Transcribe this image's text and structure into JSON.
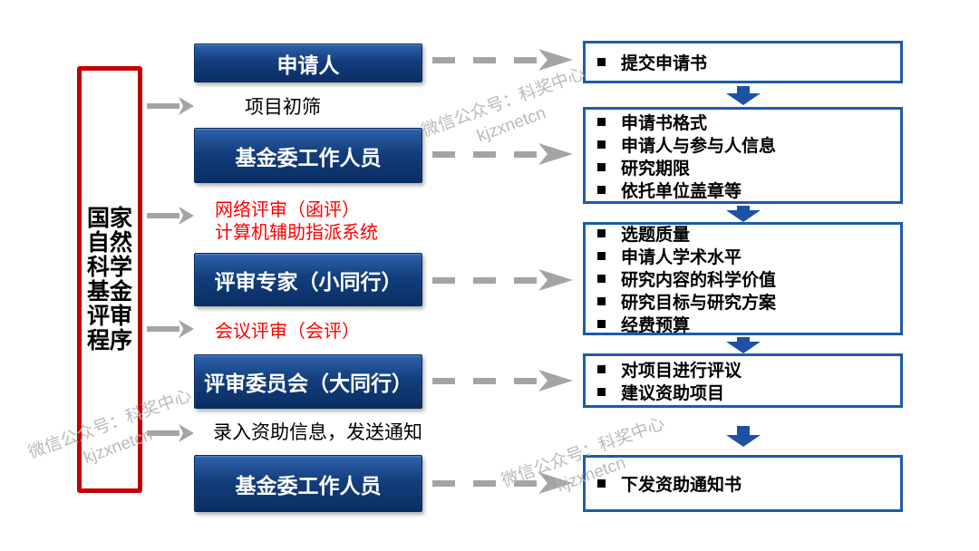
{
  "left_panel": {
    "title": "国家\n自然\n科学\n基金\n评审\n程序"
  },
  "stages": [
    {
      "label": "申请人"
    },
    {
      "label": "基金委工作人员"
    },
    {
      "label": "评审专家（小同行）"
    },
    {
      "label": "评审委员会（大同行）"
    },
    {
      "label": "基金委工作人员"
    }
  ],
  "step_labels": [
    {
      "text": "项目初筛",
      "emphasis": "normal"
    },
    {
      "text": "网络评审（函评）\n计算机辅助指派系统",
      "emphasis": "red"
    },
    {
      "text": "会议评审（会评）",
      "emphasis": "red"
    },
    {
      "text": "录入资助信息，发送通知",
      "emphasis": "normal"
    }
  ],
  "detail_boxes": [
    {
      "items": [
        "提交申请书"
      ]
    },
    {
      "items": [
        "申请书格式",
        "申请人与参与人信息",
        "研究期限",
        "依托单位盖章等"
      ]
    },
    {
      "items": [
        "选题质量",
        "申请人学术水平",
        "研究内容的科学价值",
        "研究目标与研究方案",
        "经费预算"
      ]
    },
    {
      "items": [
        "对项目进行评议",
        "建议资助项目"
      ]
    },
    {
      "items": [
        "下发资助通知书"
      ]
    }
  ],
  "watermark": {
    "line1": "微信公众号：科奖中心",
    "line2": "kjzxnetcn"
  },
  "colors": {
    "stage_box_top": "#2E63AE",
    "stage_box_bottom": "#0A2E63",
    "detail_box_border": "#1D5CA6",
    "down_arrow": "#1D52A2",
    "gray_arrow": "#A4A4A4",
    "red_box_border": "#C00000",
    "red_text": "#FF0000",
    "watermark_gray": "#B5B5B5"
  }
}
